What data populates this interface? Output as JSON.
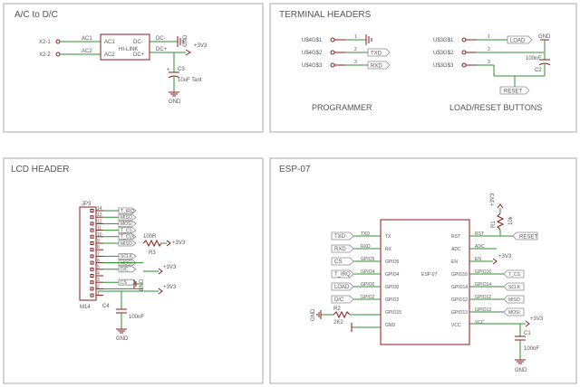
{
  "sections": {
    "acdc": {
      "title": "A/C to D/C",
      "x2_1": "X2-1",
      "x2_2": "X2-2",
      "ac1": "AC1",
      "ac2": "AC2",
      "dcm": "DC-",
      "dcp": "DC+",
      "part_ac1": "AC1",
      "part_ac2": "AC2",
      "part_name": "HI-LINK",
      "part_dcm": "DC-",
      "part_dcp": "DC+",
      "gnd": "GND",
      "v33": "+3V3",
      "cap_ref": "C3",
      "cap_val": "10uF Tant",
      "cap_gnd": "GND"
    },
    "terminal": {
      "title": "TERMINAL HEADERS",
      "prog_pins": [
        "U$4G$1",
        "U$4G$2",
        "U$4G$3"
      ],
      "prog_nums": [
        "1",
        "2",
        "3"
      ],
      "txd": "TXD",
      "rxd": "RXD",
      "prog_label": "PROGRAMMER",
      "lr_pins": [
        "U$3G$1",
        "U$3G$2",
        "U$3G$3"
      ],
      "lr_nums": [
        "1",
        "2",
        "3"
      ],
      "load": "LOAD",
      "gnd": "GND",
      "cap_val": "100nF",
      "cap_ref": "C2",
      "reset": "RESET",
      "lr_label": "LOAD/RESET BUTTONS"
    },
    "lcd": {
      "title": "LCD HEADER",
      "jp": "JP3",
      "m": "M14",
      "pin_nums": [
        "14",
        "13",
        "12",
        "11",
        "10",
        "9",
        "8",
        "7",
        "6",
        "5",
        "4",
        "3",
        "2",
        "1"
      ],
      "pin_flags": [
        "T_IRQ",
        "MISO",
        "MOSI",
        "T_CS",
        "T_CLK",
        "MISO",
        "",
        "SCLK",
        "MOSI",
        "D/C",
        "",
        "CS",
        "",
        ""
      ],
      "r_val": "100R",
      "r_ref": "R3",
      "v33_a": "+3V3",
      "v33_b": "+3V3",
      "v33_c": "+3V3",
      "gnd": "GND",
      "cap_ref": "C4",
      "cap_val": "100nF",
      "cap_gnd": "GND"
    },
    "esp": {
      "title": "ESP-07",
      "chip": "ESP-07",
      "left_pins": [
        "TX",
        "RX",
        "GPIO5",
        "GPIO4",
        "GPIO0",
        "GPIO2",
        "GPIO15",
        "GND"
      ],
      "right_pins": [
        "RST",
        "ADC",
        "EN",
        "GPIO16",
        "GPIO14",
        "GPIO12",
        "GPIO13",
        "VCC"
      ],
      "left_nets": [
        "TXD",
        "RXD",
        "GPIO5",
        "GPIO4",
        "GPIO0",
        "GPIO2",
        "GPIO15",
        ""
      ],
      "right_nets": [
        "RST",
        "ADC",
        "EN",
        "GPIO16",
        "GPIO14",
        "GPIO12",
        "GPIO13",
        "VCC"
      ],
      "left_flags": [
        "TXD",
        "RXD",
        "CS",
        "T_IRQ",
        "LOAD",
        "D/C"
      ],
      "right_flags": [
        "RESET",
        "T_CS",
        "SCLK",
        "MISO",
        "MOSI"
      ],
      "v33_top": "+3V3",
      "r1_ref": "R1",
      "r1_val": "10k",
      "v33_en": "+3V3",
      "v33_vcc": "+3V3",
      "r2_ref": "R2",
      "r2_val": "2K2",
      "gnd_left": "GND",
      "c1_ref": "C1",
      "c1_val": "100nF",
      "c1_gnd": "GND"
    }
  }
}
